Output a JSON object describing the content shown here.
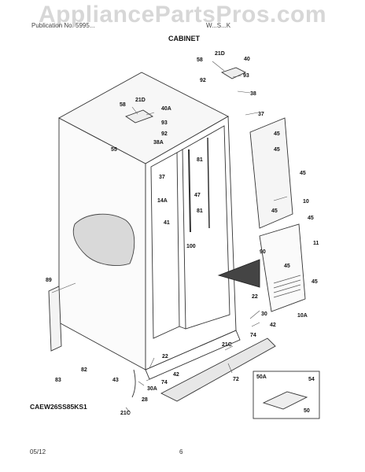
{
  "watermark": "AppliancePartsPros.com",
  "header": {
    "left": "Publication No. 5995...",
    "right": "W...S...K"
  },
  "title": "CABINET",
  "model": "CAEW26SS85KS1",
  "footer": {
    "date": "05/12",
    "page": "6"
  },
  "parts": [
    {
      "label": "58"
    },
    {
      "label": "21D"
    },
    {
      "label": "40"
    },
    {
      "label": "92"
    },
    {
      "label": "93"
    },
    {
      "label": "38"
    },
    {
      "label": "37"
    },
    {
      "label": "58"
    },
    {
      "label": "21D"
    },
    {
      "label": "40A"
    },
    {
      "label": "93"
    },
    {
      "label": "92"
    },
    {
      "label": "38A"
    },
    {
      "label": "55"
    },
    {
      "label": "81"
    },
    {
      "label": "45"
    },
    {
      "label": "45"
    },
    {
      "label": "37"
    },
    {
      "label": "45"
    },
    {
      "label": "47"
    },
    {
      "label": "10"
    },
    {
      "label": "14A"
    },
    {
      "label": "81"
    },
    {
      "label": "45"
    },
    {
      "label": "41"
    },
    {
      "label": "45"
    },
    {
      "label": "100"
    },
    {
      "label": "11"
    },
    {
      "label": "90"
    },
    {
      "label": "45"
    },
    {
      "label": "45"
    },
    {
      "label": "89"
    },
    {
      "label": "22"
    },
    {
      "label": "30"
    },
    {
      "label": "10A"
    },
    {
      "label": "42"
    },
    {
      "label": "74"
    },
    {
      "label": "21C"
    },
    {
      "label": "22"
    },
    {
      "label": "82"
    },
    {
      "label": "42"
    },
    {
      "label": "83"
    },
    {
      "label": "74"
    },
    {
      "label": "72"
    },
    {
      "label": "43"
    },
    {
      "label": "30A"
    },
    {
      "label": "28"
    },
    {
      "label": "21C"
    },
    {
      "label": "50A"
    },
    {
      "label": "54"
    },
    {
      "label": "50"
    }
  ]
}
